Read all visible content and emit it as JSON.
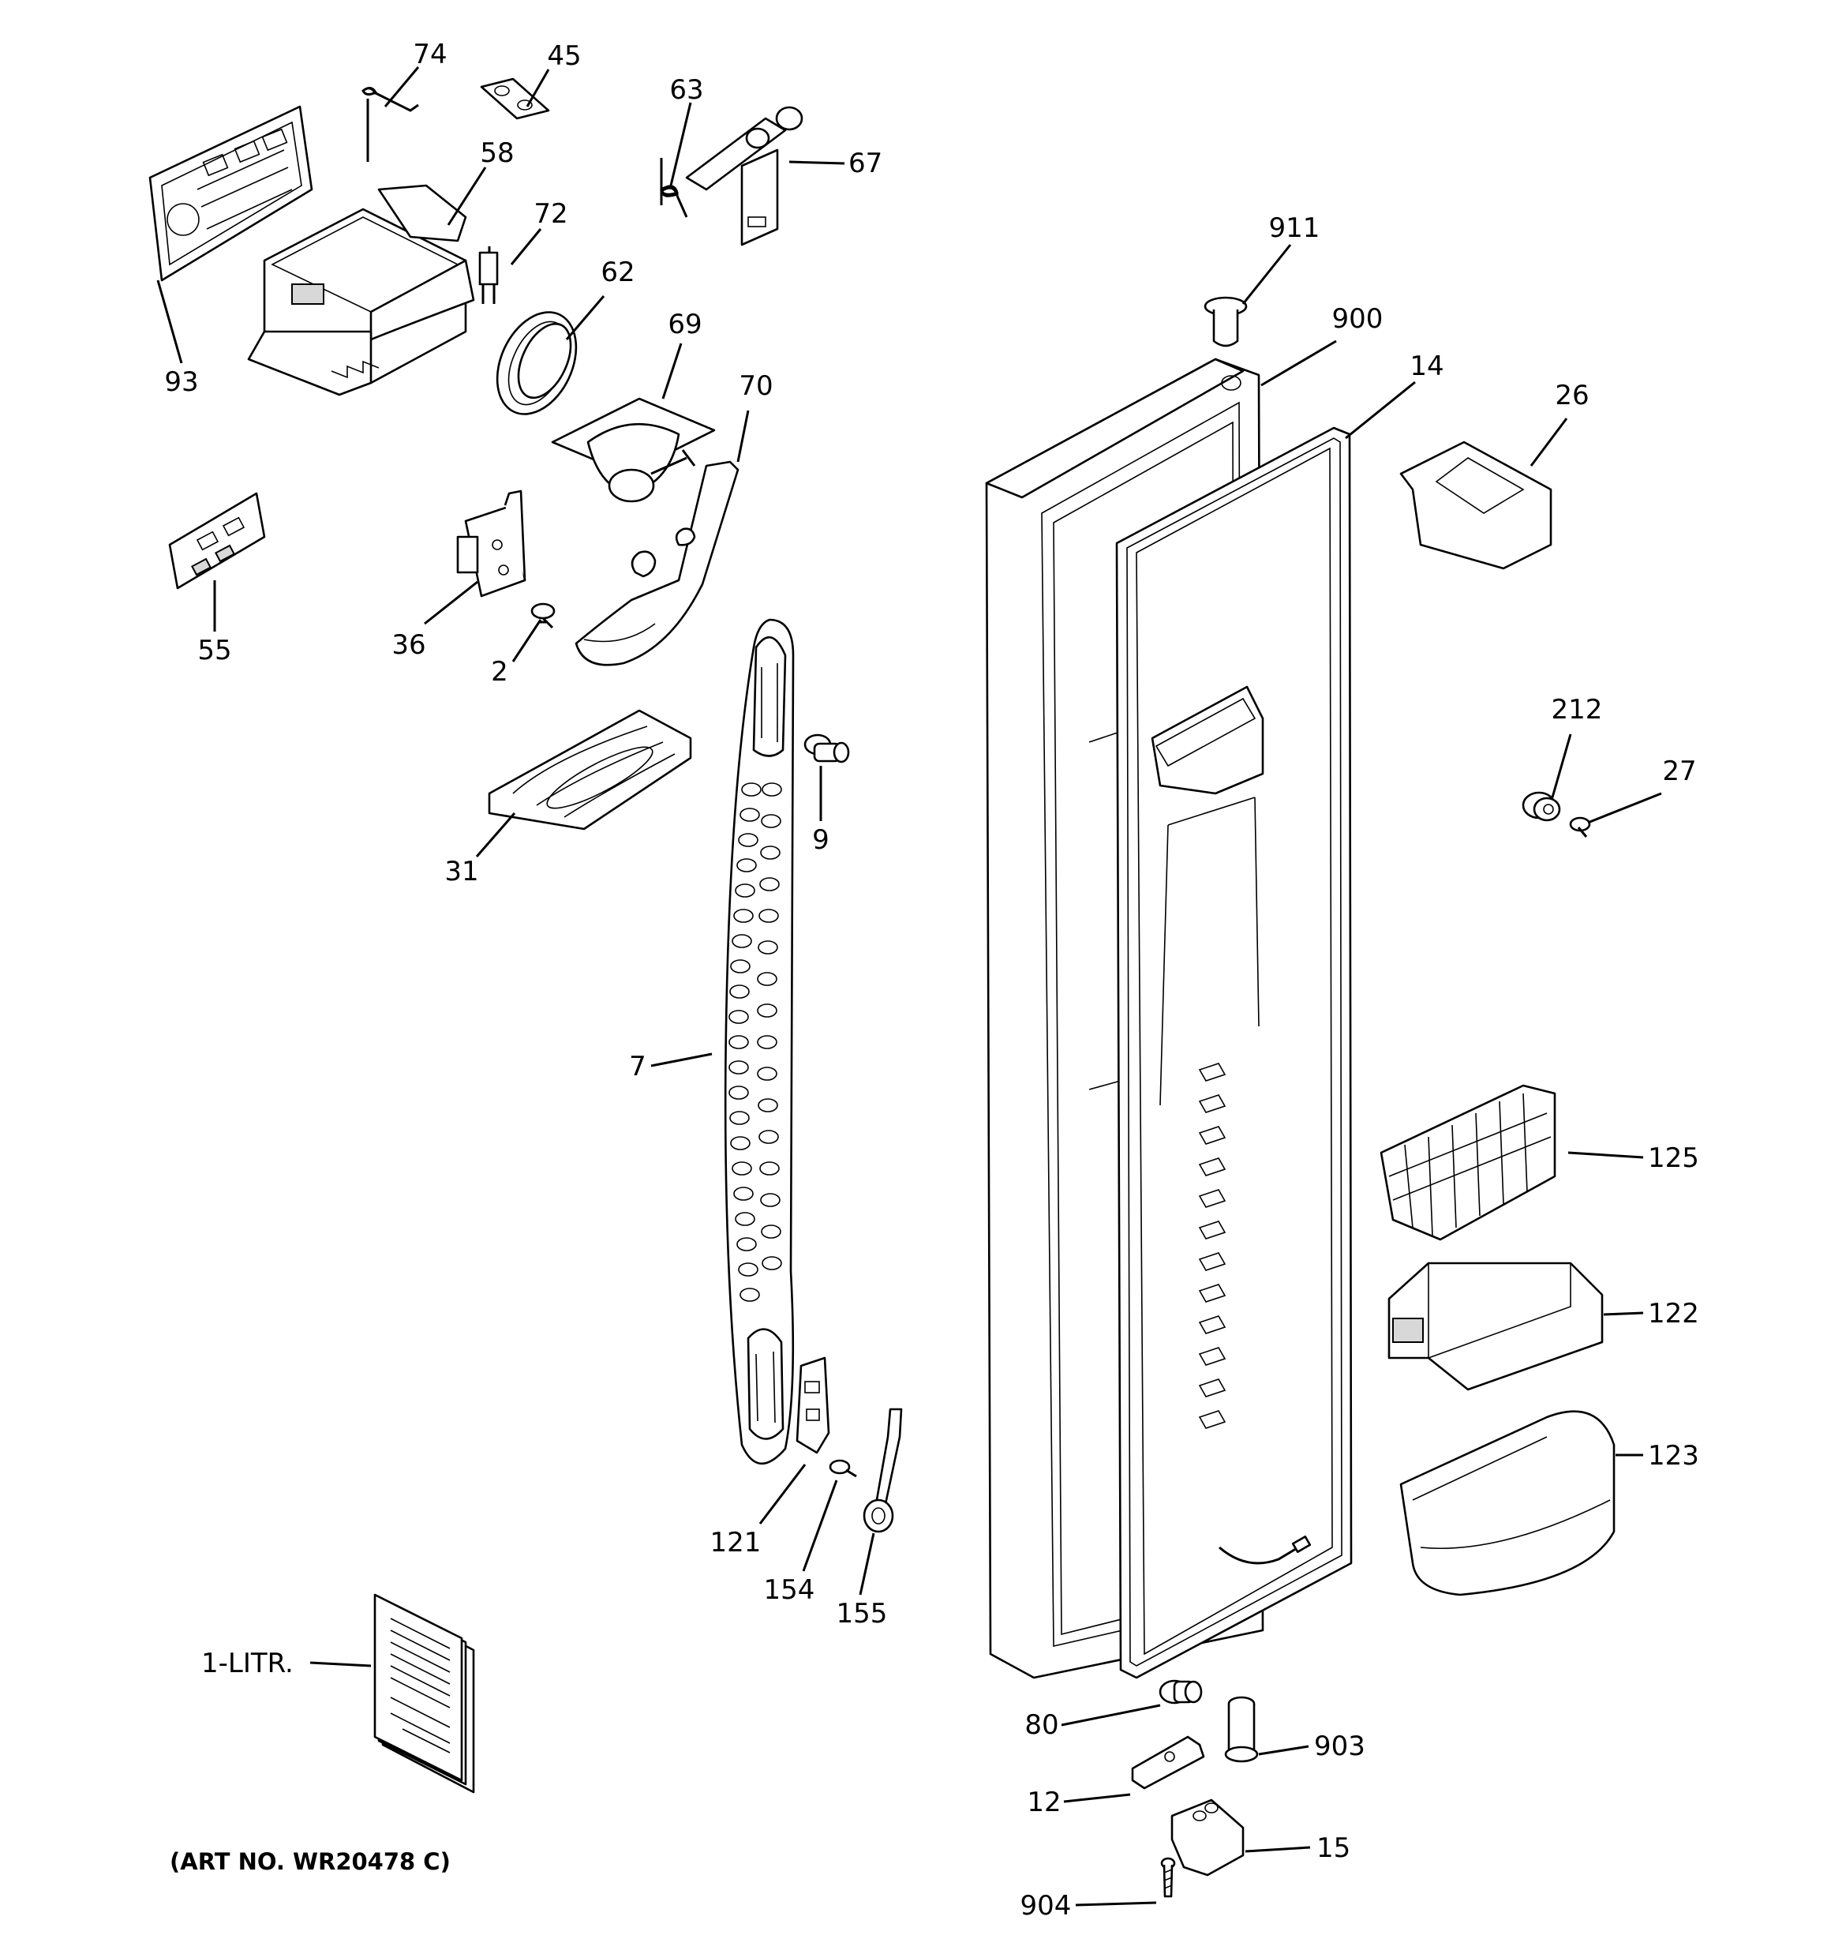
{
  "art_number": "(ART NO. WR20478 C)",
  "labels": {
    "p74": "74",
    "p45": "45",
    "p63": "63",
    "p67": "67",
    "p58": "58",
    "p72": "72",
    "p62": "62",
    "p93": "93",
    "p69": "69",
    "p70": "70",
    "p911": "911",
    "p900": "900",
    "p14": "14",
    "p26": "26",
    "p55": "55",
    "p36": "36",
    "p2": "2",
    "p9": "9",
    "p31": "31",
    "p212": "212",
    "p27": "27",
    "p7": "7",
    "p125": "125",
    "p122": "122",
    "p123": "123",
    "p121": "121",
    "p154": "154",
    "p155": "155",
    "p1litr": "1-LITR.",
    "p80": "80",
    "p903": "903",
    "p12": "12",
    "p15": "15",
    "p904": "904"
  }
}
